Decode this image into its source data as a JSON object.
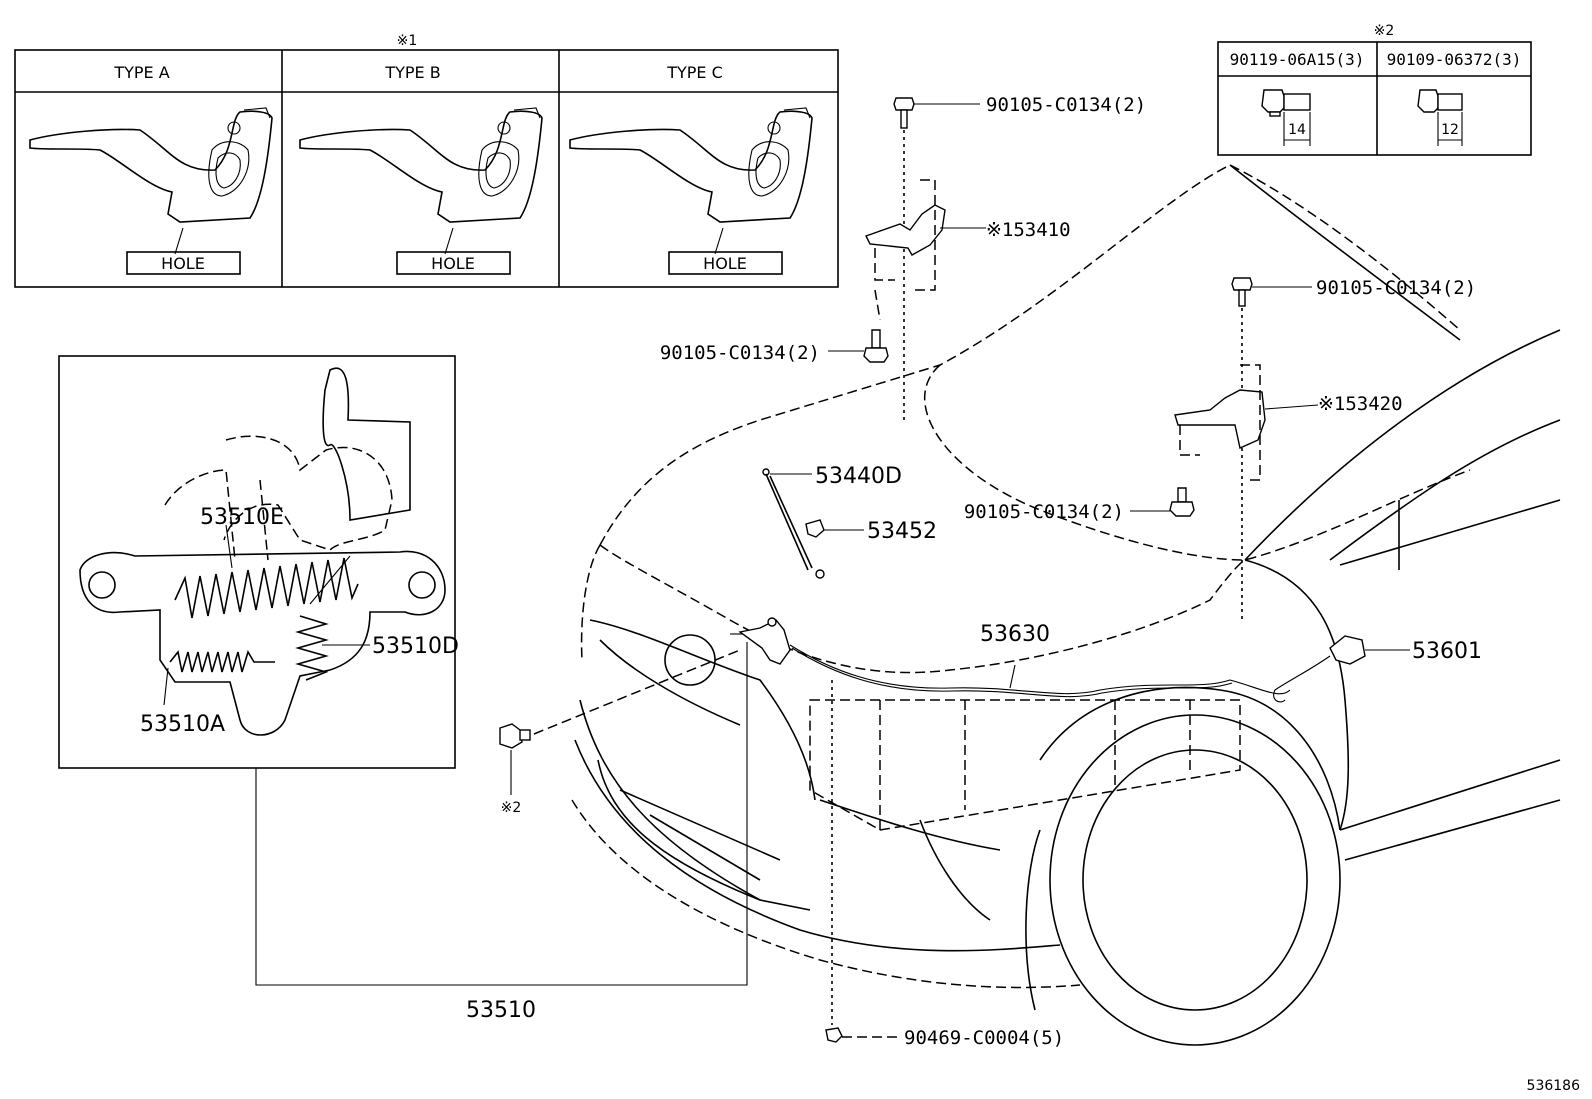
{
  "notes": {
    "note1": "※1",
    "note2": "※2",
    "note2_bolt": "※2"
  },
  "type_table": {
    "columns": [
      "TYPE A",
      "TYPE B",
      "TYPE C"
    ],
    "hole_label": "HOLE"
  },
  "bolt_table": {
    "left_header": "90119-06A15(3)",
    "right_header": "90109-06372(3)",
    "left_length": "14",
    "right_length": "12"
  },
  "parts": {
    "bolt_top1": "90105-C0134(2)",
    "hinge_left": "※153410",
    "bolt_left_lower": "90105-C0134(2)",
    "bolt_top2": "90105-C0134(2)",
    "hinge_right": "※153420",
    "bolt_right_lower": "90105-C0134(2)",
    "prop_rod": "53440D",
    "clip": "53452",
    "cable": "53630",
    "lever": "53601",
    "lock_assy": "53510",
    "clip_bottom": "90469-C0004(5)",
    "spring_e": "53510E",
    "spring_d": "53510D",
    "spring_a": "53510A"
  },
  "figure_number": "536186"
}
